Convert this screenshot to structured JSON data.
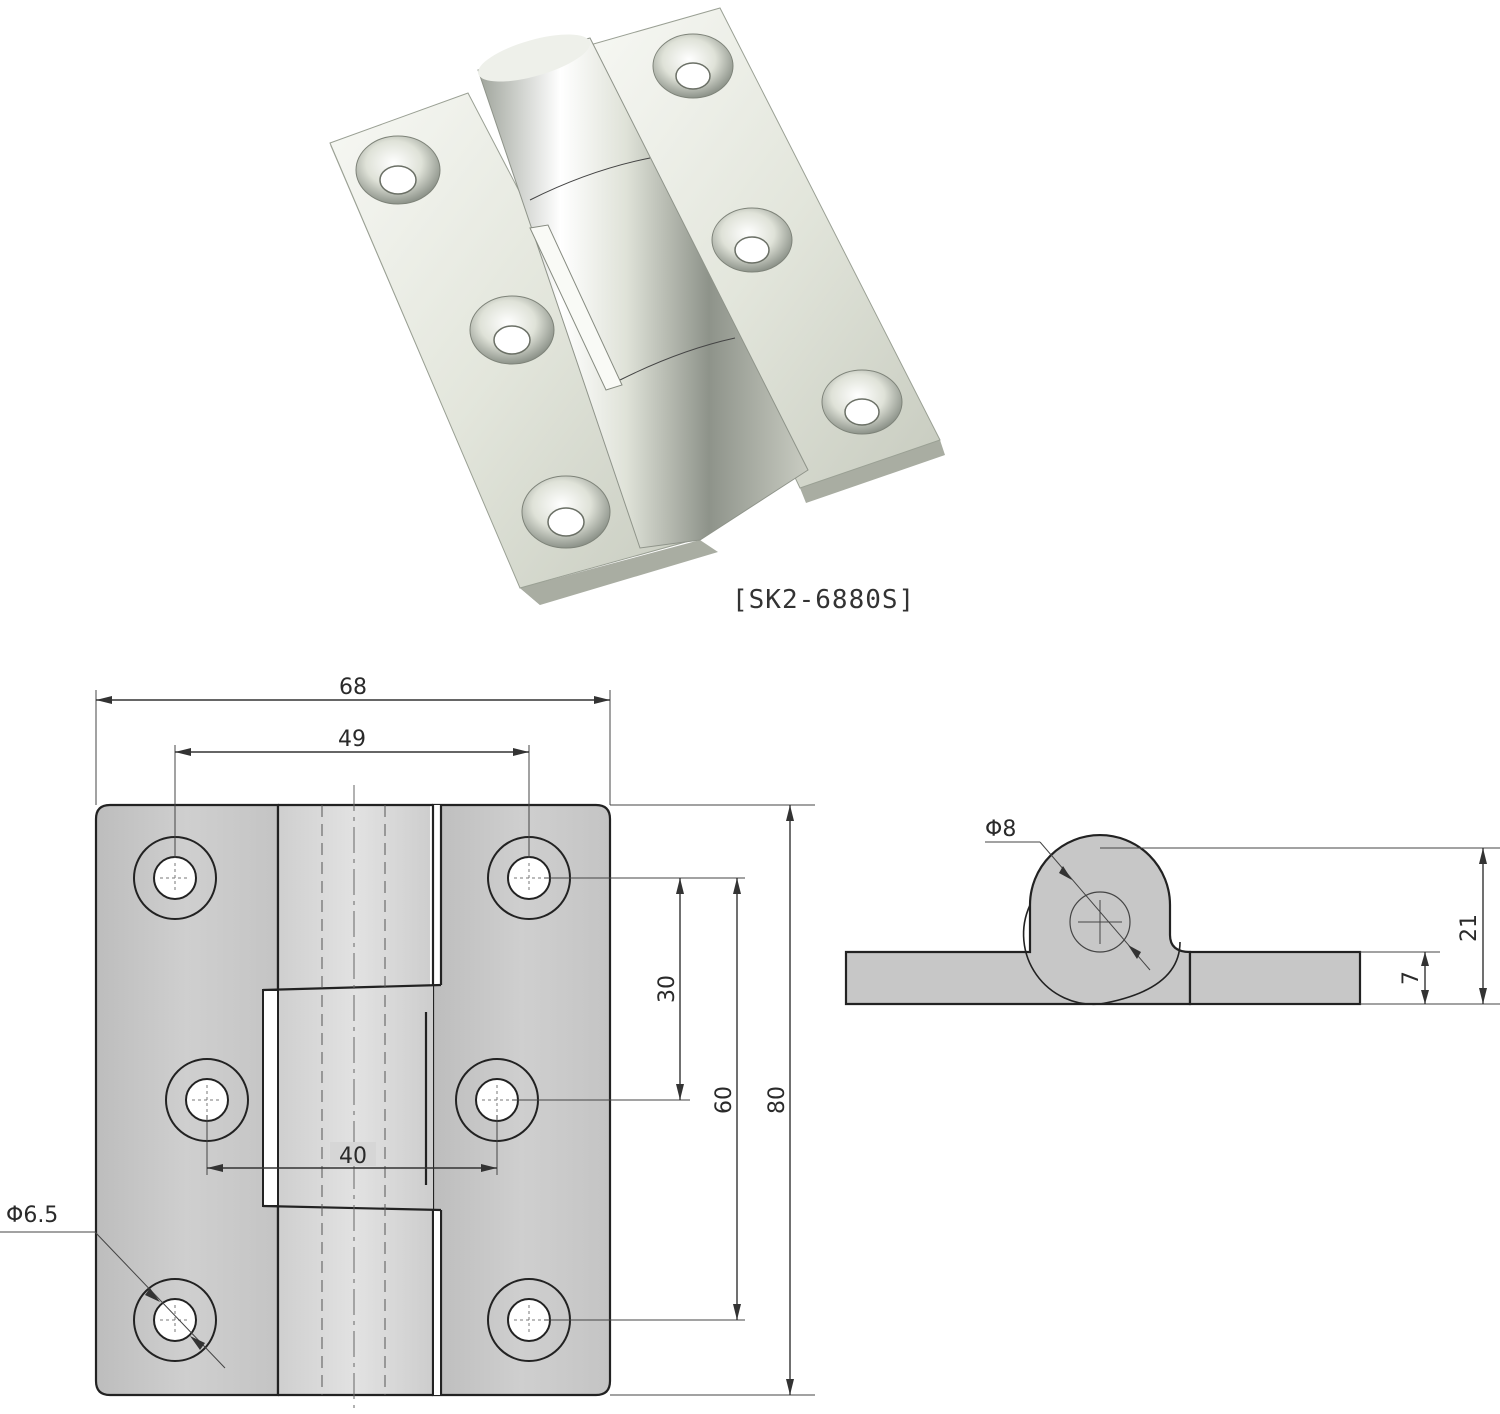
{
  "product": {
    "model_label": "[SK2-6880S]"
  },
  "drawing": {
    "front_view": {
      "overall_width": "68",
      "hole_spacing_horizontal": "49",
      "inner_hole_spacing": "40",
      "hole_pitch": "30",
      "outer_hole_spacing": "60",
      "overall_height": "80",
      "hole_diameter": "Φ6.5"
    },
    "side_view": {
      "pin_diameter": "Φ8",
      "overall_thickness": "21",
      "leaf_thickness": "7"
    }
  },
  "colors": {
    "plate_fill": "#c9c9c9",
    "knuckle_fill": "#d6d6d6",
    "line": "#222222",
    "metal_highlight": "#f4f7f2",
    "metal_shadow": "#8d938a"
  }
}
